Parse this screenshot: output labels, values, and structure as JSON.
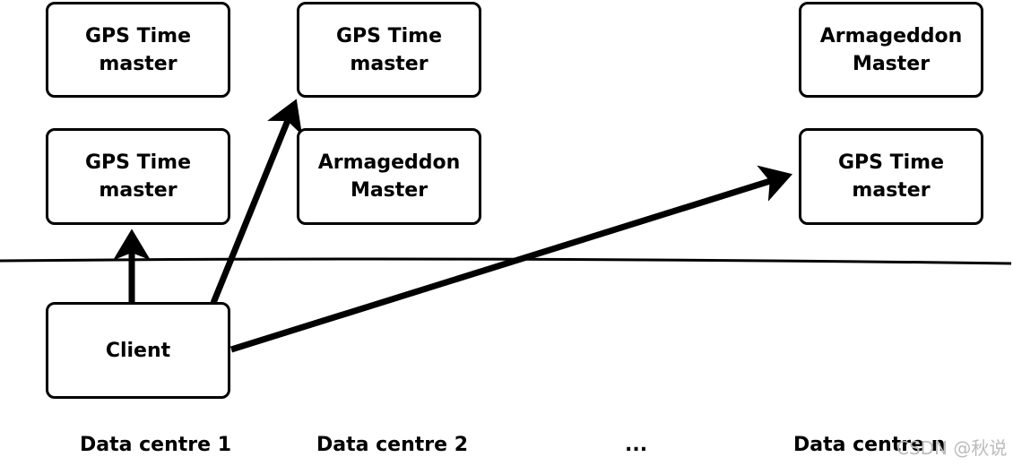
{
  "boxes": {
    "dc1_top": [
      "GPS Time",
      "master"
    ],
    "dc1_mid": [
      "GPS Time",
      "master"
    ],
    "dc2_top": [
      "GPS Time",
      "master"
    ],
    "dc2_mid": [
      "Armageddon",
      "Master"
    ],
    "dcn_top": [
      "Armageddon",
      "Master"
    ],
    "dcn_mid": [
      "GPS Time",
      "master"
    ],
    "client": "Client"
  },
  "labels": {
    "dc1": "Data centre 1",
    "dc2": "Data centre 2",
    "ellipsis": "...",
    "dcn": "Data centre n"
  },
  "watermark": "CSDN @秋说",
  "colors": {
    "stroke": "#000000",
    "background": "#ffffff"
  }
}
